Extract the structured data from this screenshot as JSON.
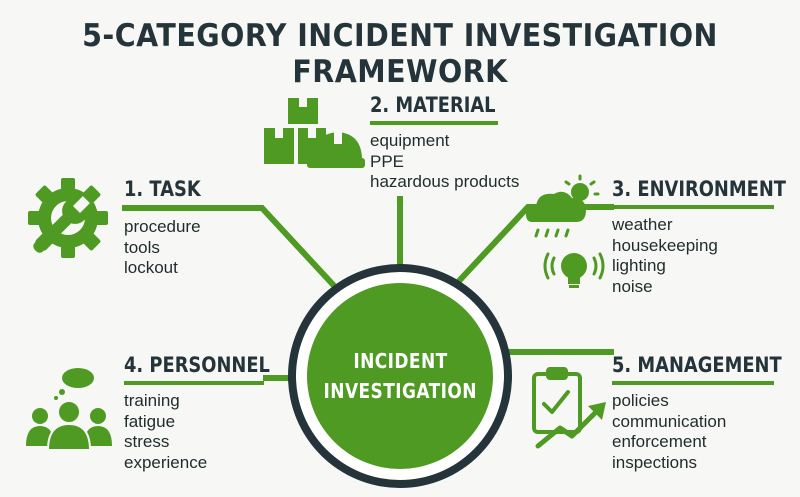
{
  "title": "5-CATEGORY INCIDENT INVESTIGATION FRAMEWORK",
  "center": {
    "line1": "INCIDENT",
    "line2": "INVESTIGATION"
  },
  "colors": {
    "accent": "#4f9a22",
    "dark": "#24343a",
    "background": "#f7f8f5"
  },
  "categories": [
    {
      "title": "1. TASK",
      "icon": "gear-wrench-icon",
      "items": [
        "procedure",
        "tools",
        "lockout"
      ]
    },
    {
      "title": "2. MATERIAL",
      "icon": "boxes-hardhat-icon",
      "items": [
        "equipment",
        "PPE",
        "hazardous products"
      ]
    },
    {
      "title": "3. ENVIRONMENT",
      "icon": "weather-lightbulb-icon",
      "items": [
        "weather",
        "housekeeping",
        "lighting",
        "noise"
      ]
    },
    {
      "title": "4. PERSONNEL",
      "icon": "people-thought-icon",
      "items": [
        "training",
        "fatigue",
        "stress",
        "experience"
      ]
    },
    {
      "title": "5. MANAGEMENT",
      "icon": "clipboard-chart-icon",
      "items": [
        "policies",
        "communication",
        "enforcement",
        "inspections"
      ]
    }
  ]
}
